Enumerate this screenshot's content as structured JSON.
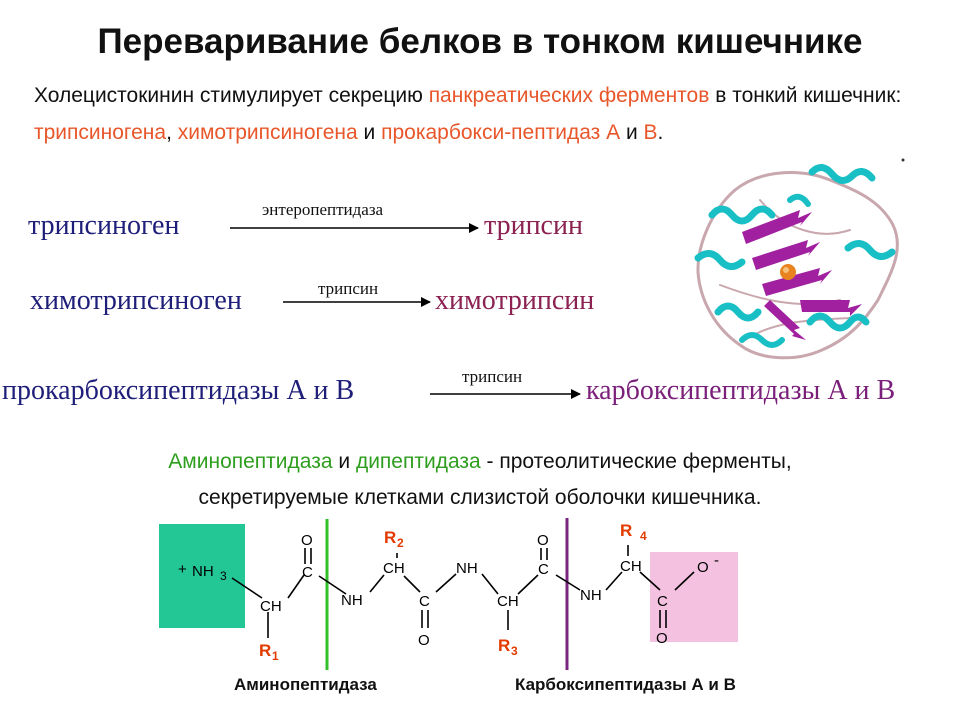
{
  "title": "Переваривание белков в тонком кишечнике",
  "intro": {
    "p1": "Холецистокинин стимулирует секрецию ",
    "h1": "панкреатических ферментов",
    "p2": " в тонкий кишечник: ",
    "h2": "трипсиногена",
    "p3": ", ",
    "h3": "химотрипсиногена",
    "p4": " и ",
    "h4": "прокарбокси-пептидаз А",
    "p5": " и ",
    "h5": "В",
    "p6": "."
  },
  "reactions": [
    {
      "substrate": "трипсиноген",
      "enzyme": "энтеропептидаза",
      "product": "трипсин"
    },
    {
      "substrate": "химотрипсиноген",
      "enzyme": "трипсин",
      "product": "химотрипсин"
    },
    {
      "substrate": "прокарбоксипептидазы А  и В",
      "enzyme": "трипсин",
      "product": "карбоксипептидазы А  и В"
    }
  ],
  "note": {
    "e1": "Аминопептидаза",
    "t1": " и ",
    "e2": "дипептидаза",
    "t2": " - протеолитические ферменты,",
    "line2": "секретируемые клетками слизистой оболочки кишечника."
  },
  "peptide": {
    "nh3": "NH",
    "nh3_sub": "3",
    "nh3_charge": "+",
    "ch": "CH",
    "c": "C",
    "o": "O",
    "nh": "NH",
    "o_minus": "O",
    "minus": "-",
    "r1": "R",
    "r1_sub": "1",
    "r2": "R",
    "r2_sub": "2",
    "r3": "R",
    "r3_sub": "3",
    "r4": "R",
    "r4_sub": "4"
  },
  "labels": {
    "aminopeptidase": "Аминопептидаза",
    "carboxypeptidases": "Карбоксипептидазы А и В"
  },
  "colors": {
    "highlight": "#E8562A",
    "substrate": "#1F1F7A",
    "product_1": "#8B2252",
    "product_3": "#7A1F7A",
    "enzyme_green": "#2E9E1E",
    "amino_box": "#22C795",
    "carboxy_box": "#F4C2E0",
    "amino_cut": "#34C02A",
    "carboxy_cut": "#7A2480",
    "r_group": "#E23A00"
  }
}
